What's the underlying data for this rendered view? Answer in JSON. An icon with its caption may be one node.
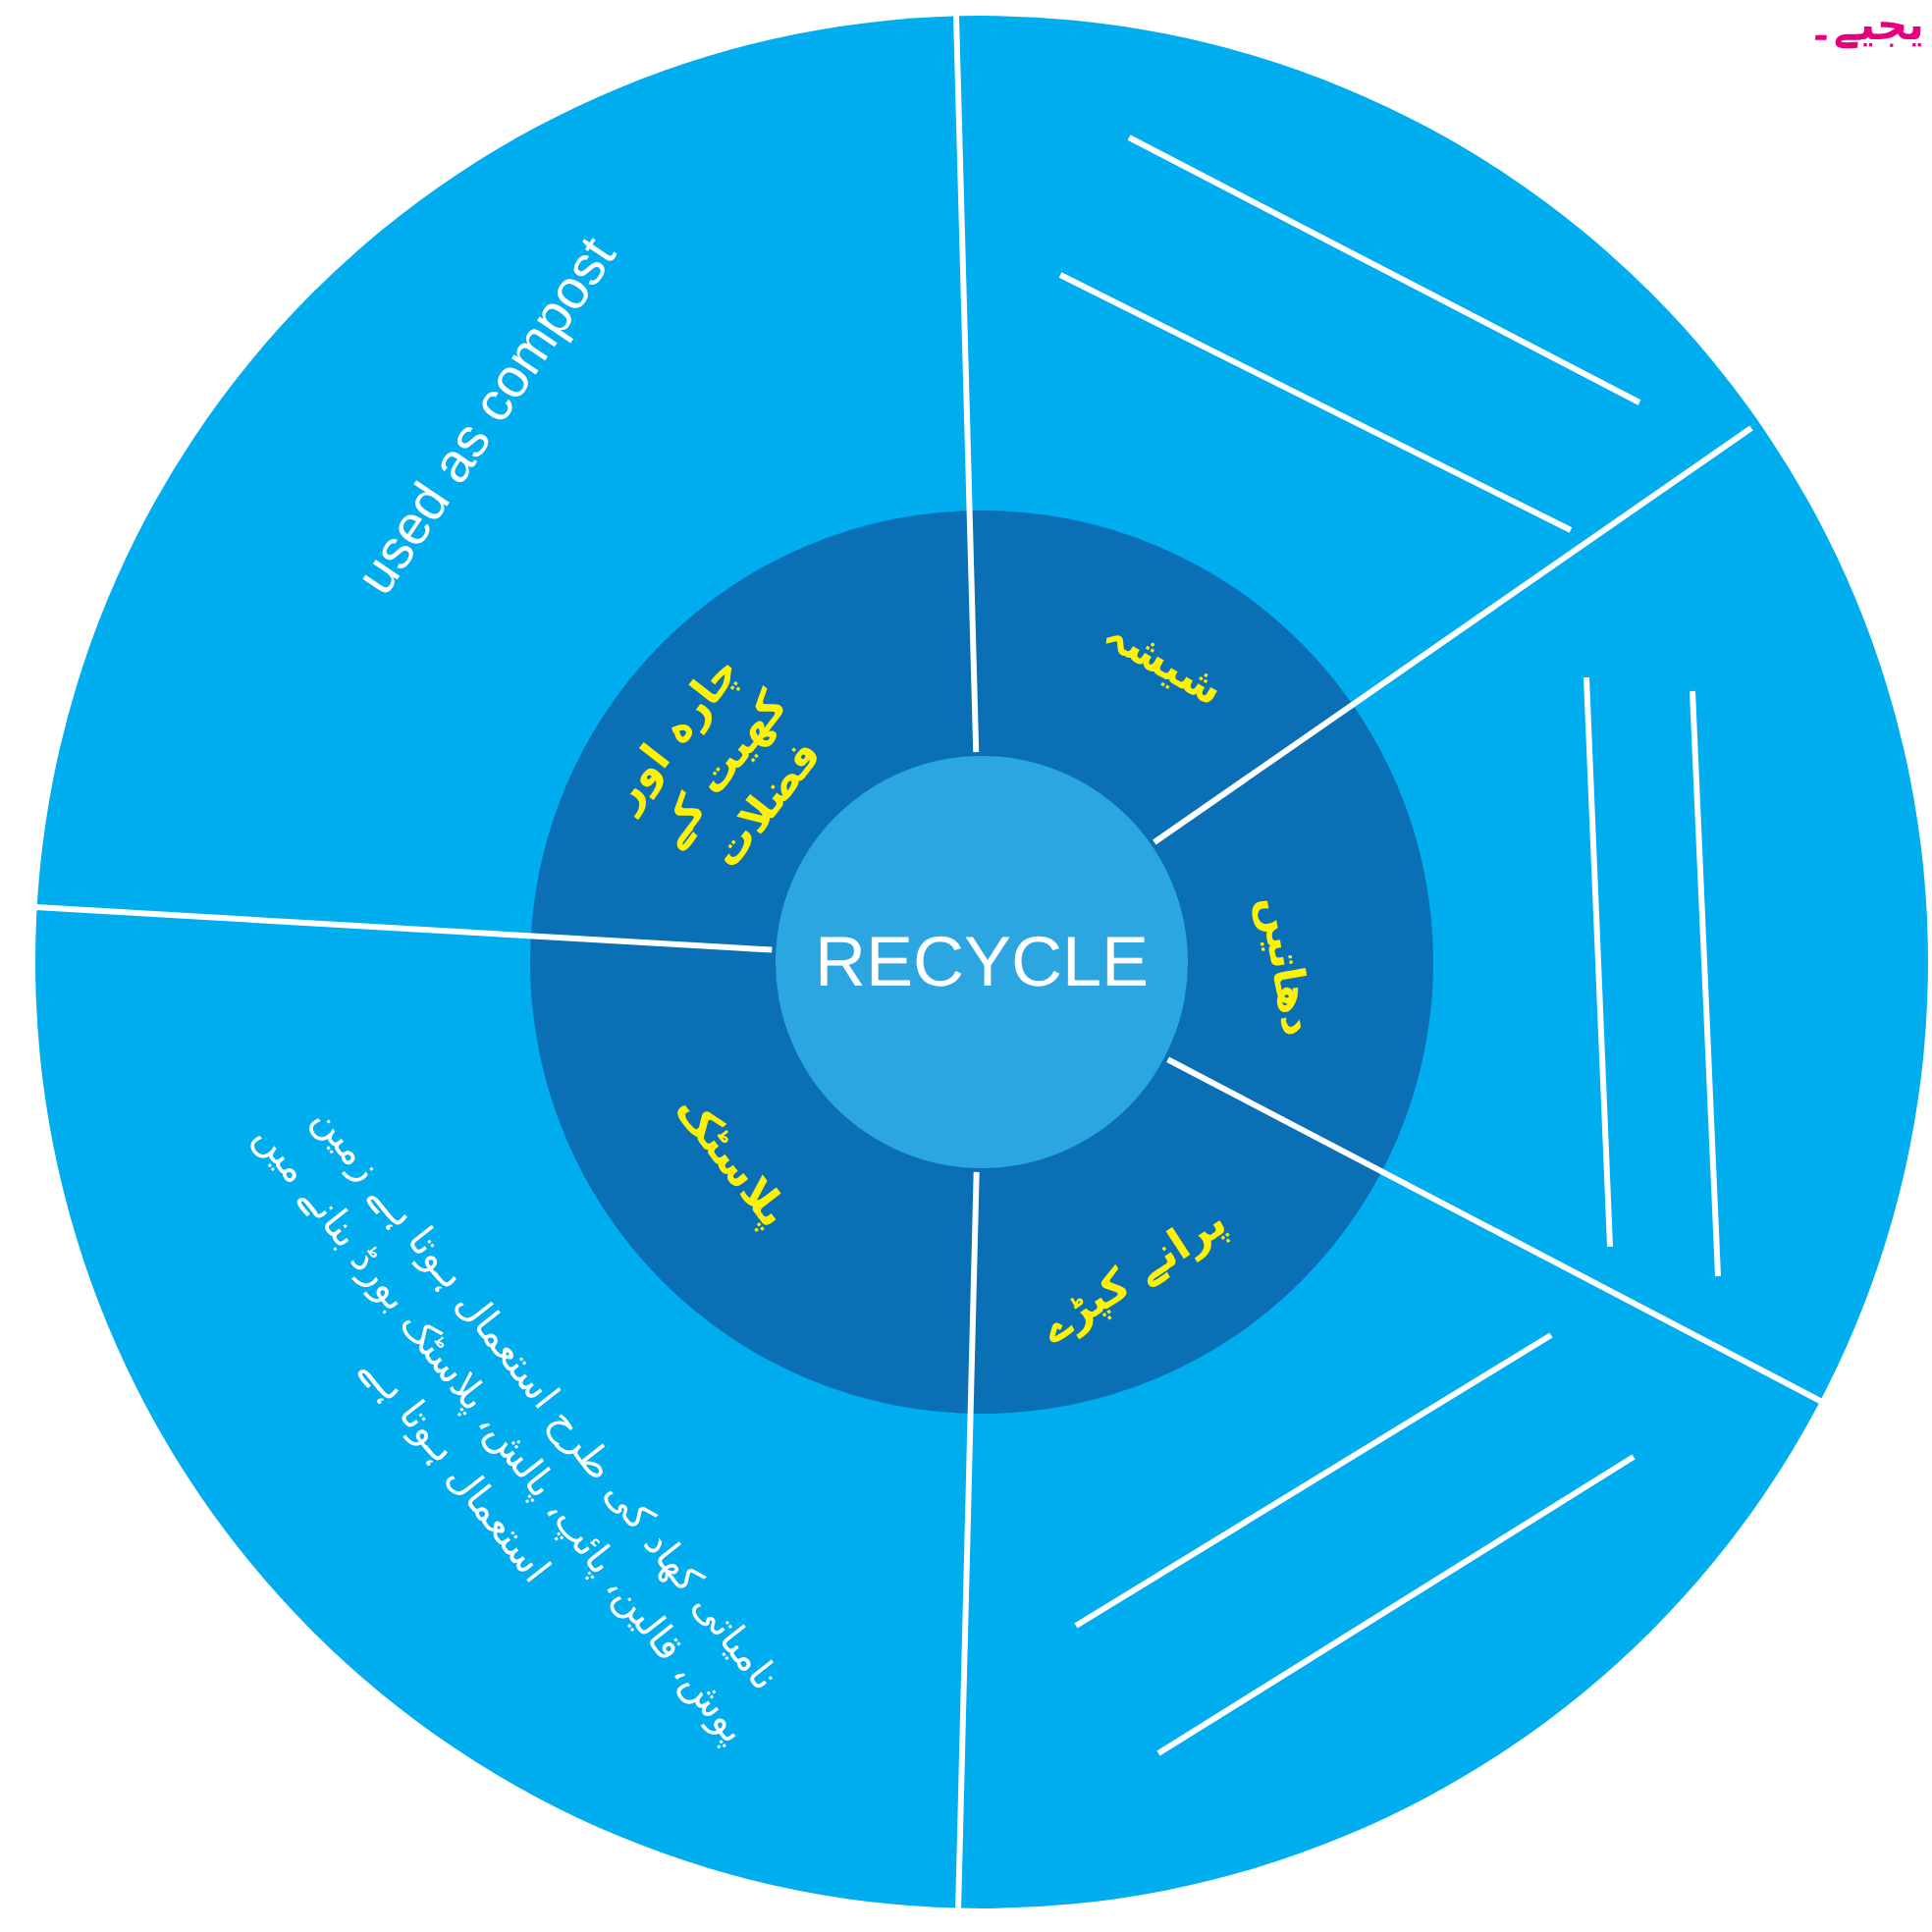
{
  "diagram": {
    "nodes": [
      {
        "text": [
          "RECYCLE"
        ]
      },
      {
        "text": [
          "چارہ اور کھیت کے فضلات"
        ],
        "beside": [
          "used  as compost"
        ]
      },
      {
        "text": [
          "شیشہ"
        ]
      },
      {
        "text": [
          "دھاتیں"
        ]
      },
      {
        "text": [
          "پرانے کپڑے"
        ]
      },
      {
        "text": [
          "پلاسٹک"
        ],
        "beside": [
          "نامیاتی کھاد کی طرح استعمال ہوتا ہے زمین پوش، قالین، پائپ، پالش، پلاسٹک بورڈ بنانے میں استعمال ہوتا ہے"
        ]
      }
    ],
    "labels": [
      "یجیے۔"
    ]
  }
}
